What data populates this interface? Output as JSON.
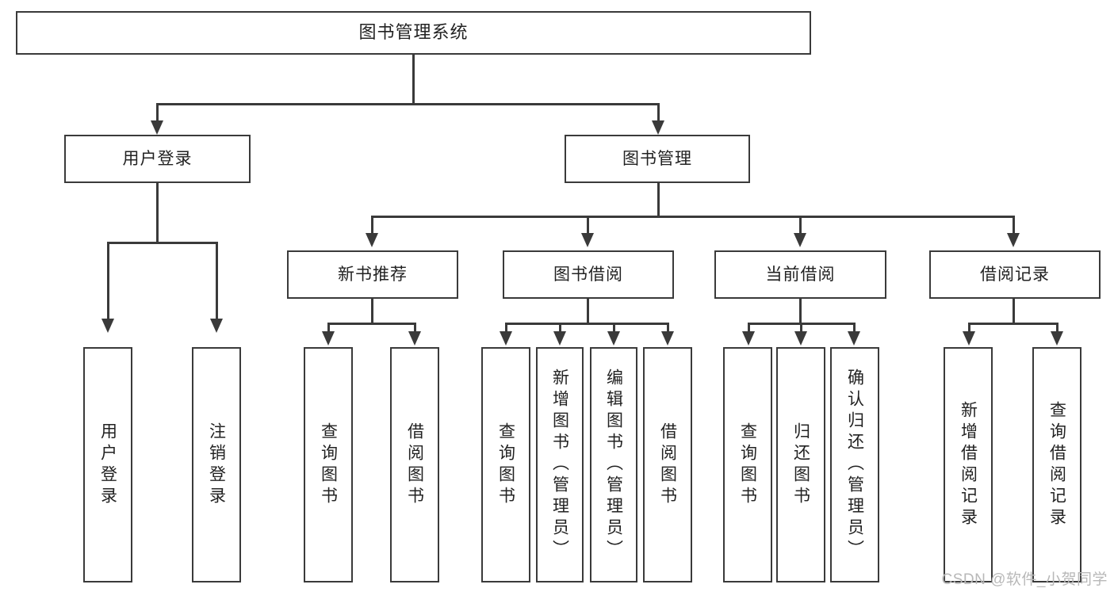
{
  "diagram": {
    "title": "图书管理系统",
    "watermark": "CSDN @软件_小贺同学",
    "accent_color": "#3a3a3a",
    "background_color": "#ffffff",
    "text_color": "#222222",
    "watermark_color": "#b8b8b8"
  },
  "nodes": {
    "root": "图书管理系统",
    "l2": {
      "user_login": "用户登录",
      "book_manage": "图书管理"
    },
    "l3": {
      "new_book_rec": "新书推荐",
      "book_borrow": "图书借阅",
      "current_borrow": "当前借阅",
      "borrow_record": "借阅记录"
    },
    "leaves": {
      "user_login_1": "用户登录",
      "user_login_2": "注销登录",
      "new_book_rec_1": "查询图书",
      "new_book_rec_2": "借阅图书",
      "book_borrow_1": "查询图书",
      "book_borrow_2": "新增图书（管理员）",
      "book_borrow_3": "编辑图书（管理员）",
      "book_borrow_4": "借阅图书",
      "current_borrow_1": "查询图书",
      "current_borrow_2": "归还图书",
      "current_borrow_3": "确认归还（管理员）",
      "borrow_record_1": "新增借阅记录",
      "borrow_record_2": "查询借阅记录"
    }
  },
  "tree": {
    "label": "图书管理系统",
    "children": [
      {
        "label": "用户登录",
        "children": [
          {
            "label": "用户登录",
            "children": []
          },
          {
            "label": "注销登录",
            "children": []
          }
        ]
      },
      {
        "label": "图书管理",
        "children": [
          {
            "label": "新书推荐",
            "children": [
              {
                "label": "查询图书",
                "children": []
              },
              {
                "label": "借阅图书",
                "children": []
              }
            ]
          },
          {
            "label": "图书借阅",
            "children": [
              {
                "label": "查询图书",
                "children": []
              },
              {
                "label": "新增图书（管理员）",
                "children": []
              },
              {
                "label": "编辑图书（管理员）",
                "children": []
              },
              {
                "label": "借阅图书",
                "children": []
              }
            ]
          },
          {
            "label": "当前借阅",
            "children": [
              {
                "label": "查询图书",
                "children": []
              },
              {
                "label": "归还图书",
                "children": []
              },
              {
                "label": "确认归还（管理员）",
                "children": []
              }
            ]
          },
          {
            "label": "借阅记录",
            "children": [
              {
                "label": "新增借阅记录",
                "children": []
              },
              {
                "label": "查询借阅记录",
                "children": []
              }
            ]
          }
        ]
      }
    ]
  }
}
